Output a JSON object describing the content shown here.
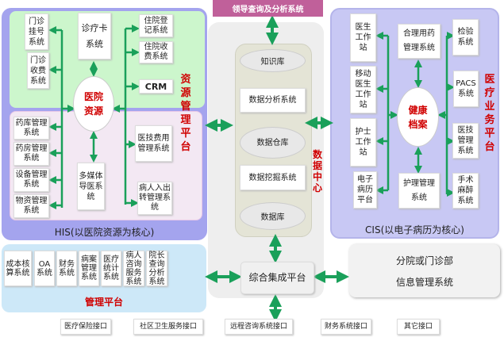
{
  "top_header": "领导查询及分析系统",
  "his": {
    "label": "HIS(以医院资源为核心)",
    "platform_label": "资源管理平台",
    "core": "医院资源",
    "boxes": {
      "outpatient_reg": "门诊挂号系统",
      "outpatient_fee": "门诊收费系统",
      "card": "诊疗卡系统",
      "inpatient_reg": "住院登记系统",
      "inpatient_fee": "住院收费系统",
      "crm": "CRM",
      "pharmacy_store": "药库管理系统",
      "pharmacy": "药房管理系统",
      "equipment": "设备管理系统",
      "supplies": "物资管理系统",
      "multimedia": "多媒体导医系统",
      "medtech_fee": "医技费用管理系统",
      "admission": "病人入出转管理系统"
    }
  },
  "data_center": {
    "label": "数据中心",
    "items": [
      "知识库",
      "数据分析系统",
      "数据仓库",
      "数据挖掘系统",
      "数据库"
    ]
  },
  "cis": {
    "label": "CIS(以电子病历为核心)",
    "platform_label": "医疗业务平台",
    "core": "健康档案",
    "boxes": {
      "doctor": "医生工作站",
      "mobile_doctor": "移动医生工作站",
      "nurse": "护士工作站",
      "emr": "电子病历平台",
      "drug": "合理用药管理系统",
      "nursing": "护理管理系统",
      "lab": "检验系统",
      "pacs": "PACS系统",
      "medtech": "医技管理系统",
      "surgery": "手术麻醉系统"
    }
  },
  "management": {
    "label": "管理平台",
    "items": [
      "成本核算系统",
      "OA系统",
      "财务系统",
      "病案管理系统",
      "医疗统计系统",
      "病人咨询服务系统",
      "院长查询分析系统"
    ]
  },
  "integration": "综合集成平台",
  "branch": {
    "line1": "分院或门诊部",
    "line2": "信息管理系统"
  },
  "interfaces": [
    "医疗保险接口",
    "社区卫生服务接口",
    "远程咨询系统接口",
    "财务系统接口",
    "其它接口"
  ],
  "colors": {
    "arrow": "#1aa05a",
    "accent_red": "#d00000",
    "his_bg": "#a4a4ee",
    "green_bg": "#ccf6cc",
    "pink_bg": "#f3e8f3",
    "header_pink": "#c0609a",
    "mgmt_bg": "#cde8f8"
  }
}
